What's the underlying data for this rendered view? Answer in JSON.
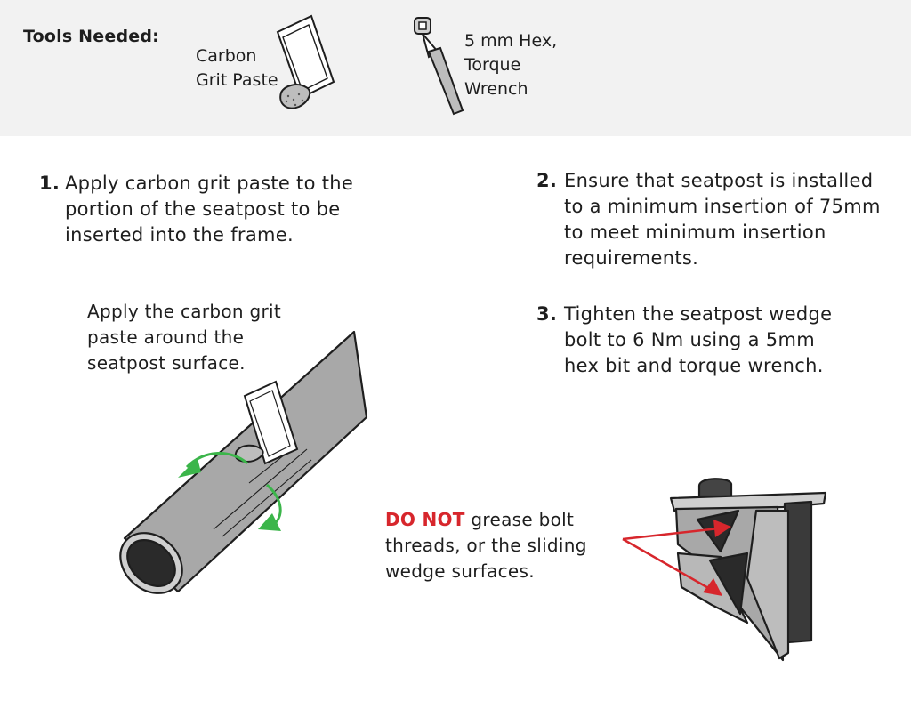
{
  "tools": {
    "title": "Tools Needed:",
    "items": [
      {
        "name": "Carbon\nGrit Paste",
        "icon": "paste-packet-icon"
      },
      {
        "name": "5 mm Hex,\nTorque\nWrench",
        "icon": "torque-wrench-icon"
      }
    ]
  },
  "steps": [
    {
      "number": "1.",
      "text": "Apply carbon grit paste to the portion of the seatpost to be inserted into the frame."
    },
    {
      "number": "2.",
      "text": "Ensure that seatpost is installed to a minimum insertion of 75mm to meet minimum insertion requirements."
    },
    {
      "number": "3.",
      "text": "Tighten the seatpost wedge bolt to 6 Nm using a 5mm hex bit and torque wrench."
    }
  ],
  "captions": {
    "paste": "Apply the carbon grit paste around the seatpost surface.",
    "warning_strong": "DO NOT",
    "warning_rest": " grease bolt threads, or the sliding wedge surfaces."
  },
  "colors": {
    "background": "#ffffff",
    "tools_bar": "#f2f2f2",
    "warning_red": "#d7262c",
    "arrow_green": "#3bb54a",
    "metal_gray": "#a8a8a8"
  }
}
